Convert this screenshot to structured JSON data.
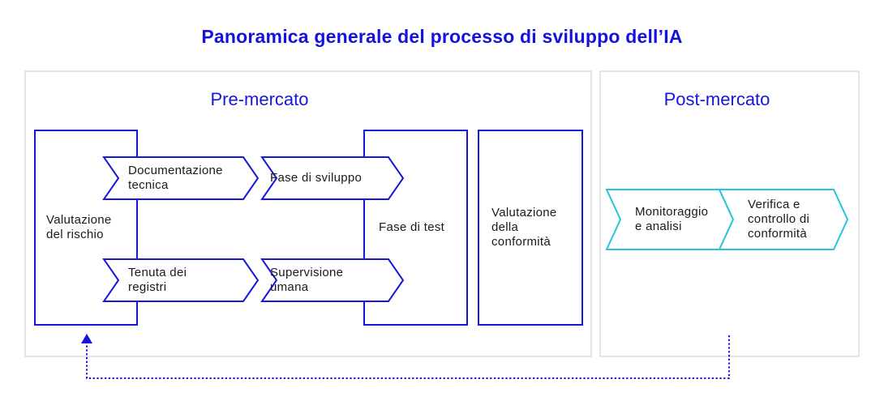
{
  "title": "Panoramica generale del processo di sviluppo dell’IA",
  "colors": {
    "primary_blue": "#1717db",
    "cyan": "#29c3da",
    "container_border": "#e4e4e4",
    "text_dark": "#1a1a1a",
    "background": "#ffffff"
  },
  "sections": {
    "pre_market": {
      "label": "Pre-mercato",
      "boxes": [
        {
          "label": "Valutazione\ndel rischio"
        },
        {
          "label": "Fase di test"
        },
        {
          "label": "Valutazione\ndella\nconformità"
        }
      ],
      "steps": [
        {
          "label": "Documentazione\ntecnica"
        },
        {
          "label": "Fase di sviluppo"
        },
        {
          "label": "Tenuta dei\nregistri"
        },
        {
          "label": "Supervisione\numana"
        }
      ]
    },
    "post_market": {
      "label": "Post-mercato",
      "steps": [
        {
          "label": "Monitoraggio\ne analisi"
        },
        {
          "label": "Verifica e\ncontrollo di\nconformità"
        }
      ]
    }
  }
}
